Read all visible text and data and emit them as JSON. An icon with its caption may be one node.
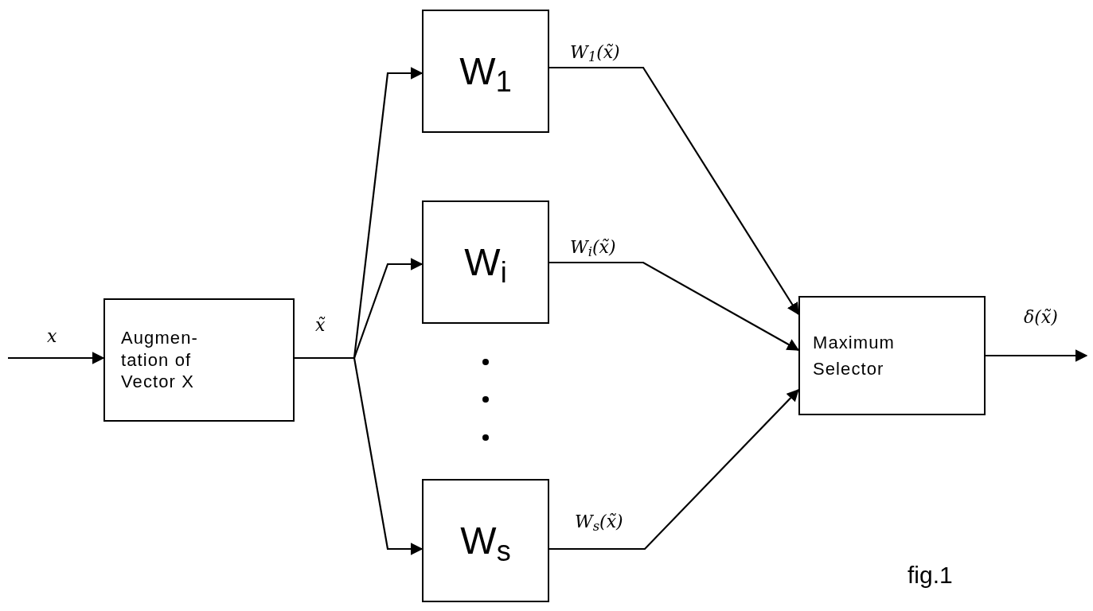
{
  "diagram": {
    "caption": "fig.1",
    "nodes": [
      {
        "text": [
          "Augmen- tation of Vector X"
        ]
      },
      {
        "text": [
          "W$_{1}$"
        ]
      },
      {
        "text": [
          "W$_{i}$"
        ]
      },
      {
        "text": [
          "W$_{s}$"
        ]
      },
      {
        "text": [
          "Maximum Selector"
        ]
      }
    ],
    "edges": [
      {
        "from": null,
        "to": 0,
        "arrow": "to",
        "label": "x"
      },
      {
        "from": 0,
        "to": 1,
        "arrow": "to",
        "label": "x̃"
      },
      {
        "from": 0,
        "to": 2,
        "arrow": "to"
      },
      {
        "from": 0,
        "to": 3,
        "arrow": "to"
      },
      {
        "from": 1,
        "to": 4,
        "arrow": "to",
        "label": "W$_{1}$(x̃)"
      },
      {
        "from": 2,
        "to": 4,
        "arrow": "to",
        "label": "W$_{i}$(x̃)"
      },
      {
        "from": 3,
        "to": 4,
        "arrow": "to",
        "label": "W$_{s}$(x̃)"
      },
      {
        "from": 4,
        "to": null,
        "arrow": "to",
        "label": "δ(x̃)"
      }
    ]
  }
}
